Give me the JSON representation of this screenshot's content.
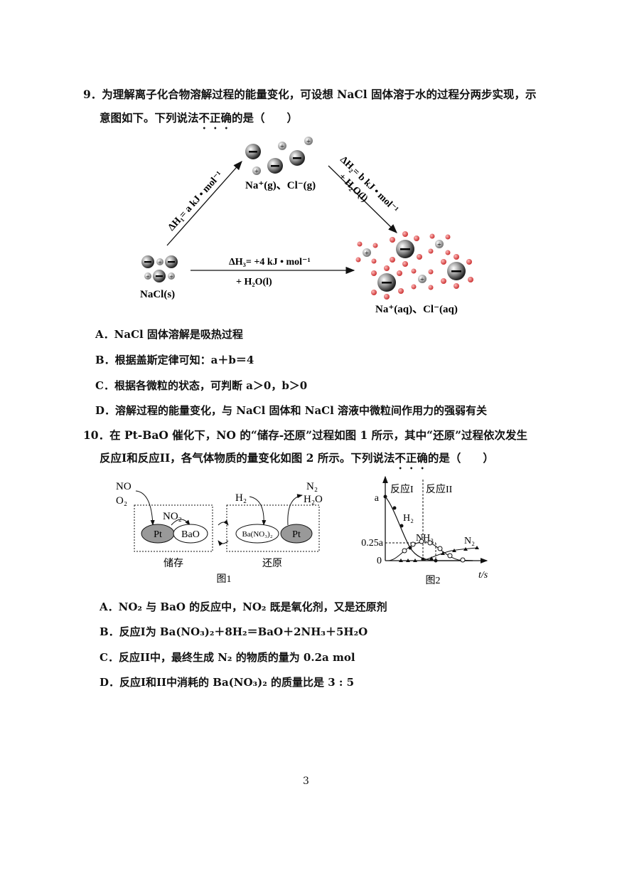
{
  "q9": {
    "line1": "9．为理解离子化合物溶解过程的能量变化，可设想 NaCl 固体溶于水的过程分两步实现，示",
    "line2_a": "意图如下。下列说法",
    "line2_emph": "不正确",
    "line2_b": "的是（　　）",
    "diagram": {
      "top_label": "Na⁺(g)、Cl⁻(g)",
      "left_label": "NaCl(s)",
      "right_label": "Na⁺(aq)、Cl⁻(aq)",
      "dh1": "ΔH₁= a kJ • mol⁻¹",
      "dh2": "ΔH₂= b kJ • mol⁻¹",
      "dh2_water": "+ H₂O(l)",
      "dh3": "ΔH₃= +4 kJ • mol⁻¹",
      "dh3_water": "+ H₂O(l)"
    },
    "options": [
      "A．NaCl 固体溶解是吸热过程",
      "B．根据盖斯定律可知：a＋b＝4",
      "C．根据各微粒的状态，可判断 a＞0，b＞0",
      "D．溶解过程的能量变化，与 NaCl 固体和 NaCl 溶液中微粒间作用力的强弱有关"
    ]
  },
  "q10": {
    "line1": "10．在 Pt-BaO 催化下，NO 的“储存-还原”过程如图 1 所示，其中“还原”过程依次发生",
    "line2_a": "反应I和反应II，各气体物质的量变化如图 2 所示。下列说法",
    "line2_emph": "不正确",
    "line2_b": "的是（　　）",
    "fig1": {
      "no": "NO",
      "o2": "O₂",
      "no2": "NO₂",
      "pt": "Pt",
      "bao": "BaO",
      "h2": "H₂",
      "n2": "N₂",
      "h2o": "H₂O",
      "bano3": "Ba(NO₃)₂",
      "pt2": "Pt",
      "store": "储存",
      "reduce": "还原",
      "caption": "图1"
    },
    "fig2": {
      "reaction1": "反应I",
      "reaction2": "反应II",
      "y_a": "a",
      "y_025a": "0.25a",
      "y_0": "0",
      "h2": "H₂",
      "nh3": "NH₃",
      "n2": "N₂",
      "xlabel": "t/s",
      "caption": "图2"
    },
    "options": [
      "A．NO₂ 与 BaO 的反应中，NO₂ 既是氧化剂，又是还原剂",
      "B．反应I为 Ba(NO₃)₂＋8H₂＝BaO＋2NH₃＋5H₂O",
      "C．反应II中，最终生成 N₂ 的物质的量为 0.2a mol",
      "D．反应I和II中消耗的 Ba(NO₃)₂ 的质量比是 3 : 5"
    ]
  },
  "page_number": "3"
}
